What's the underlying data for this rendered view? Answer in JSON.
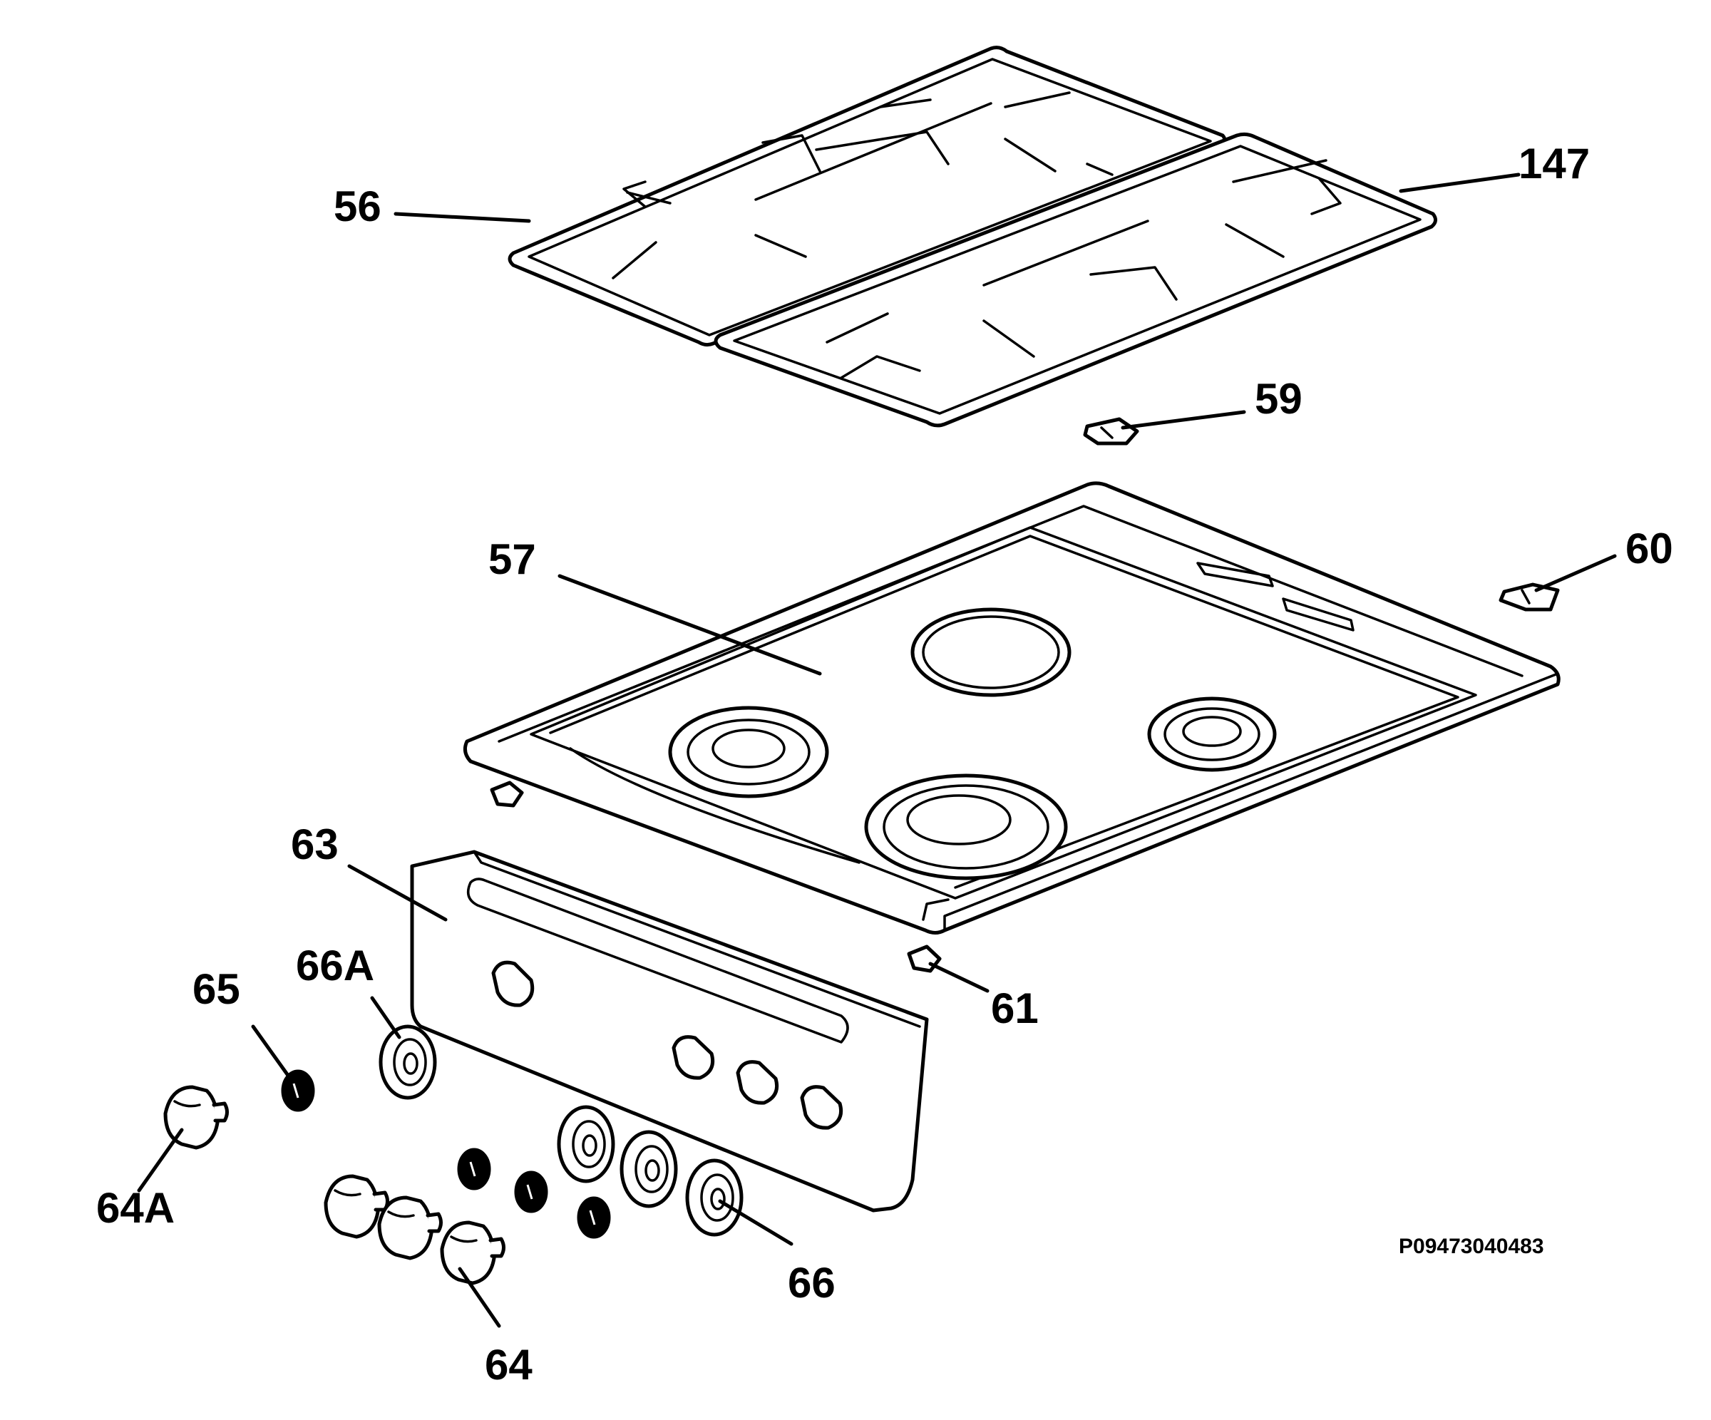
{
  "diagram_id": "P09473040483",
  "callouts": {
    "c56": "56",
    "c147": "147",
    "c59": "59",
    "c57": "57",
    "c60": "60",
    "c63": "63",
    "c61": "61",
    "c65": "65",
    "c66a": "66A",
    "c64a": "64A",
    "c66": "66",
    "c64": "64"
  },
  "colors": {
    "line": "#000000",
    "background": "#ffffff"
  }
}
